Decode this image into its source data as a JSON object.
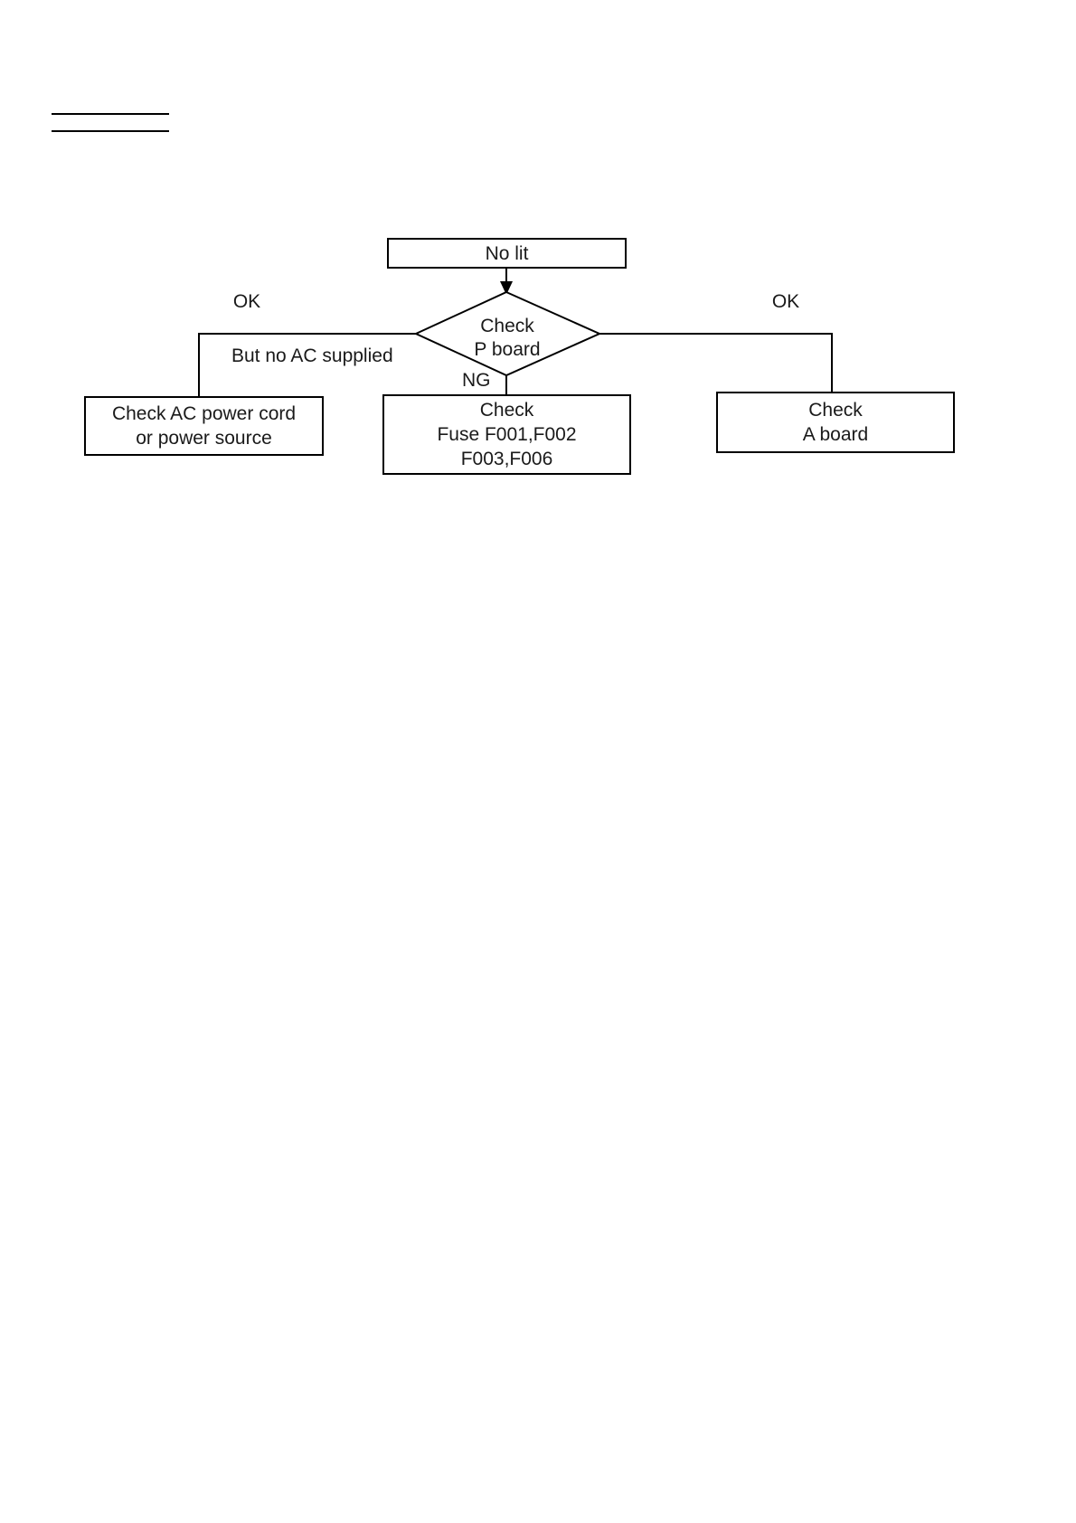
{
  "document": {
    "background": "#ffffff",
    "ink_color": "#000000",
    "text_color": "#1a1a1a"
  },
  "flowchart": {
    "start": {
      "label": "No lit"
    },
    "decision": {
      "line1": "Check",
      "line2": "P board"
    },
    "left_branch": {
      "result": "OK",
      "condition": "But no AC supplied",
      "action_line1": "Check AC power cord",
      "action_line2": "or power source"
    },
    "down_branch": {
      "result": "NG",
      "action_line1": "Check",
      "action_line2": "Fuse F001,F002",
      "action_line3": "F003,F006"
    },
    "right_branch": {
      "result": "OK",
      "action_line1": "Check",
      "action_line2": "A board"
    }
  }
}
